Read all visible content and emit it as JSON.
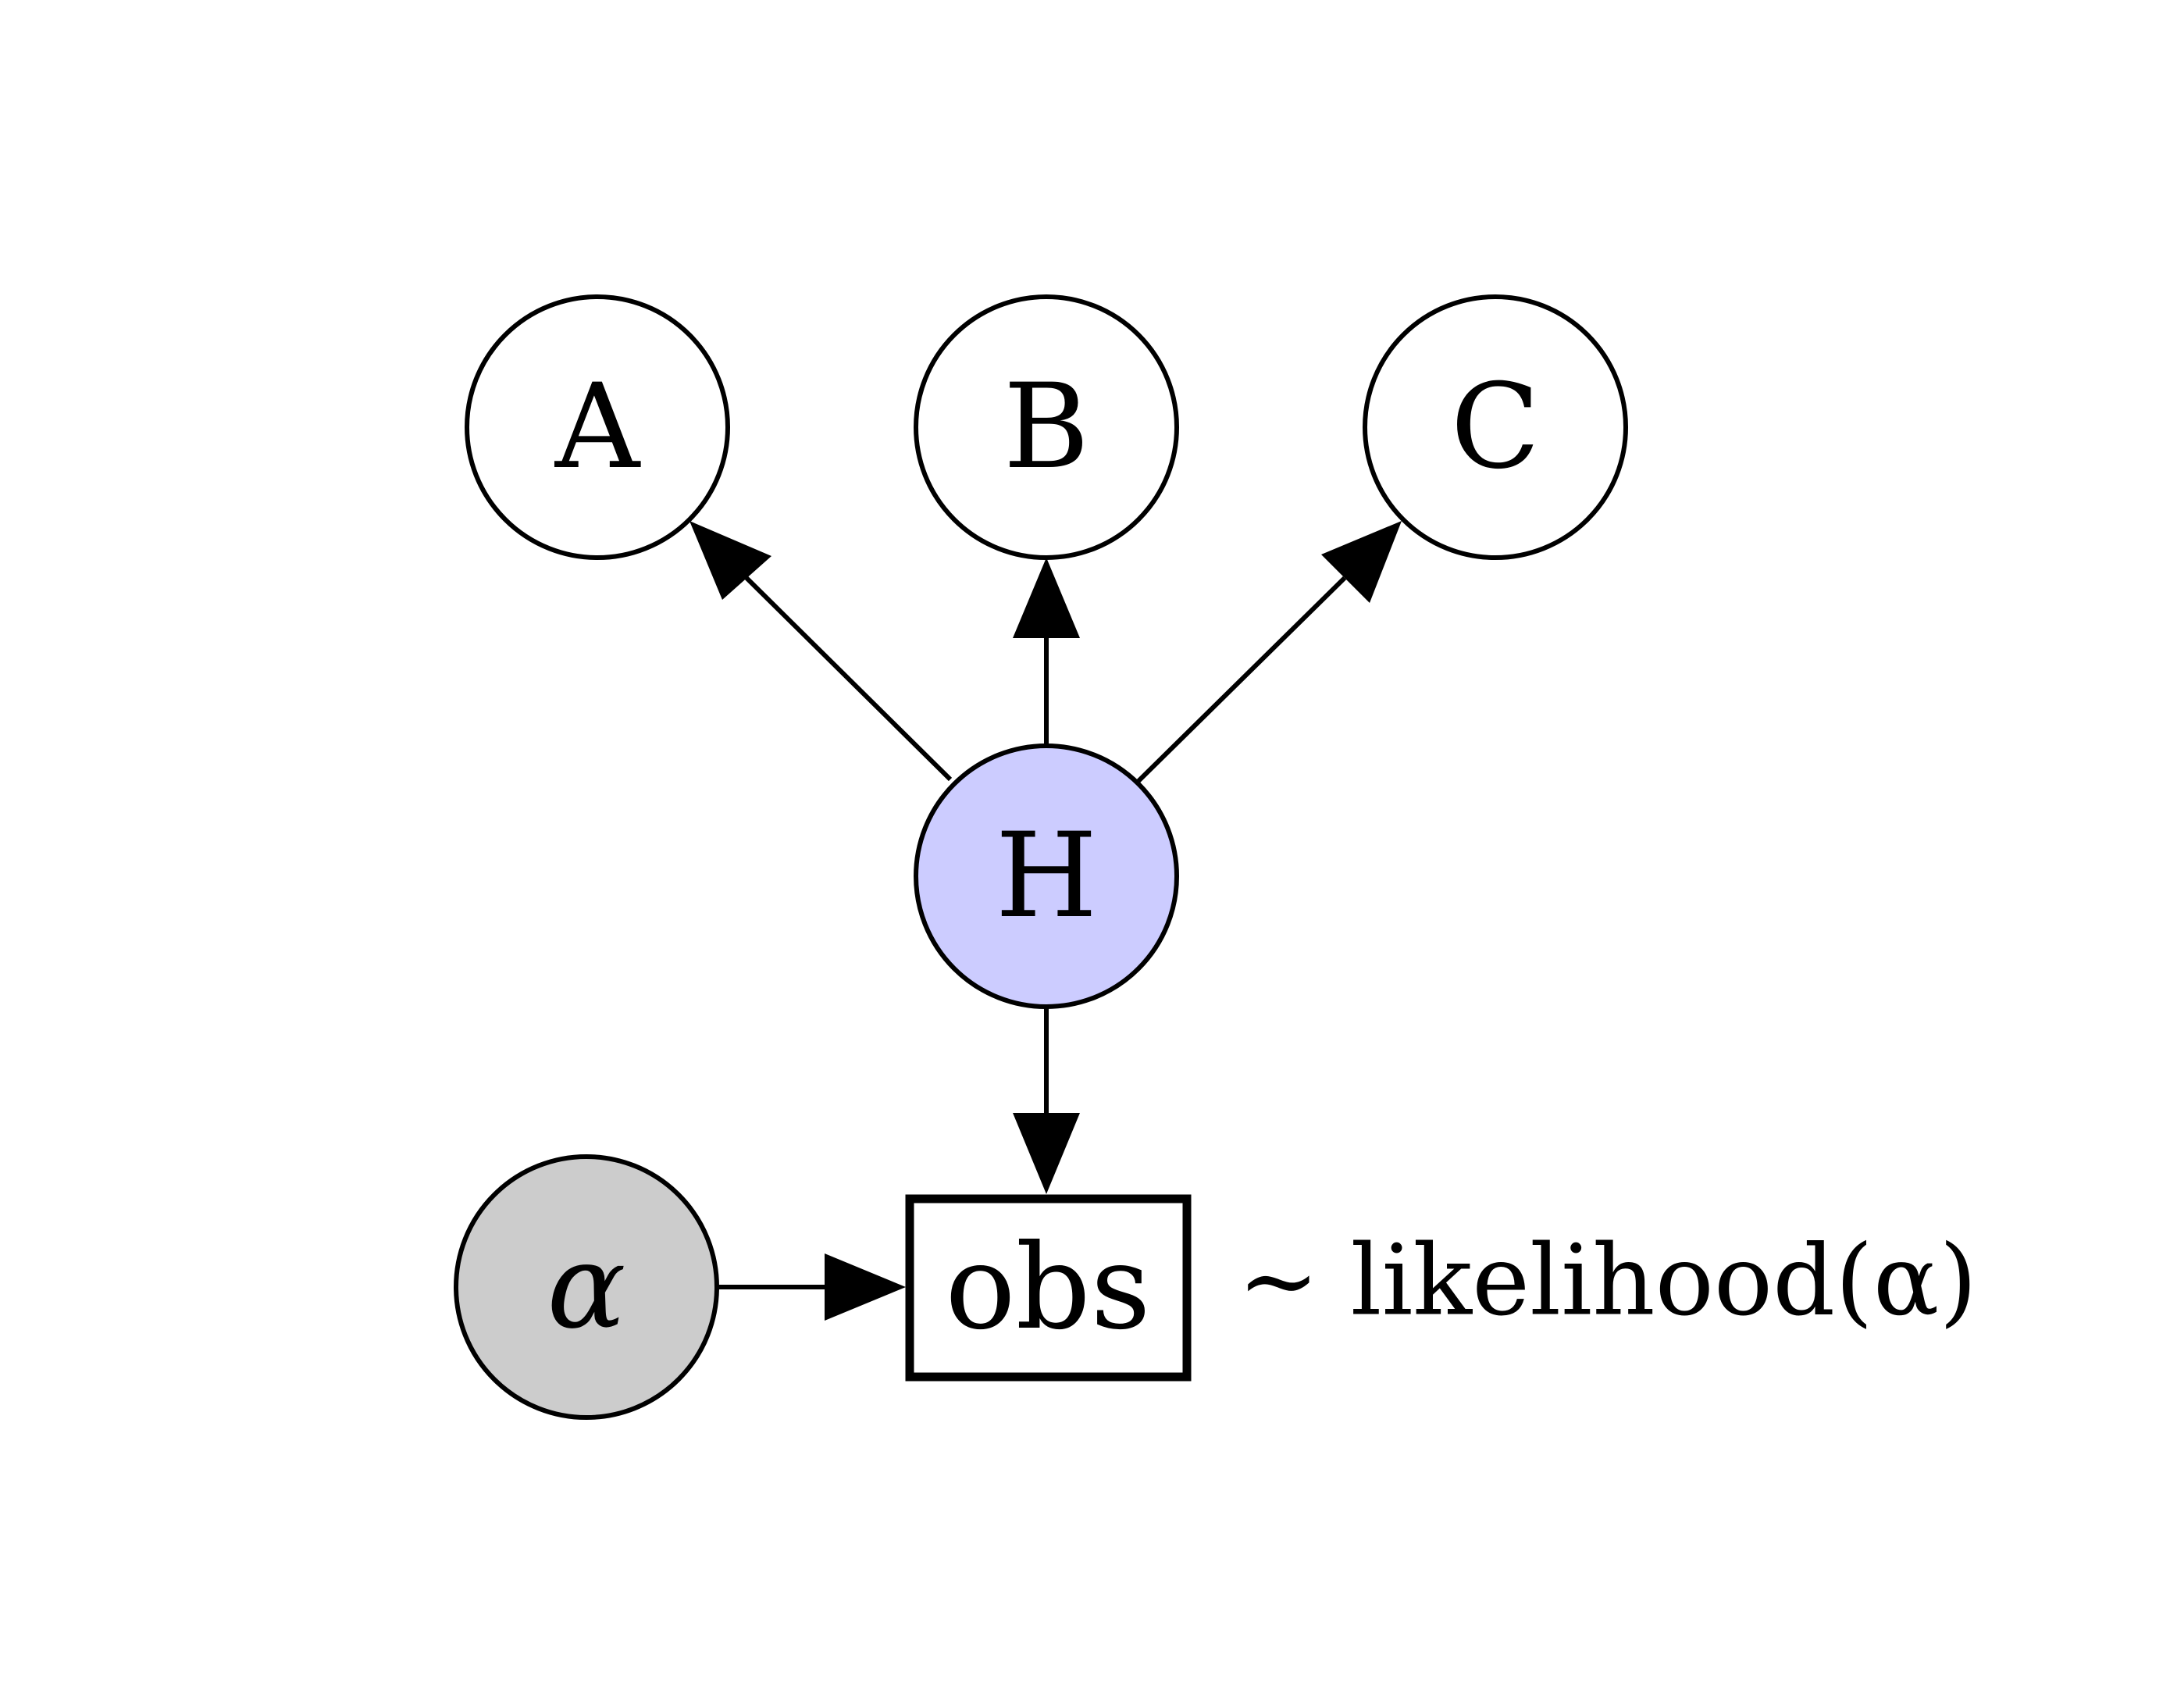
{
  "nodes": {
    "a": {
      "label": "A",
      "fill": "#ffffff"
    },
    "b": {
      "label": "B",
      "fill": "#ffffff"
    },
    "c": {
      "label": "C",
      "fill": "#ffffff"
    },
    "h": {
      "label": "H",
      "fill": "#ccccff"
    },
    "alpha": {
      "label": "α",
      "fill": "#cccccc"
    },
    "obs": {
      "label": "obs",
      "fill": "#ffffff"
    }
  },
  "annotation": {
    "text": "∼ likelihood(α)"
  },
  "edges": [
    {
      "from": "H",
      "to": "A"
    },
    {
      "from": "H",
      "to": "B"
    },
    {
      "from": "H",
      "to": "C"
    },
    {
      "from": "H",
      "to": "obs"
    },
    {
      "from": "α",
      "to": "obs"
    }
  ]
}
